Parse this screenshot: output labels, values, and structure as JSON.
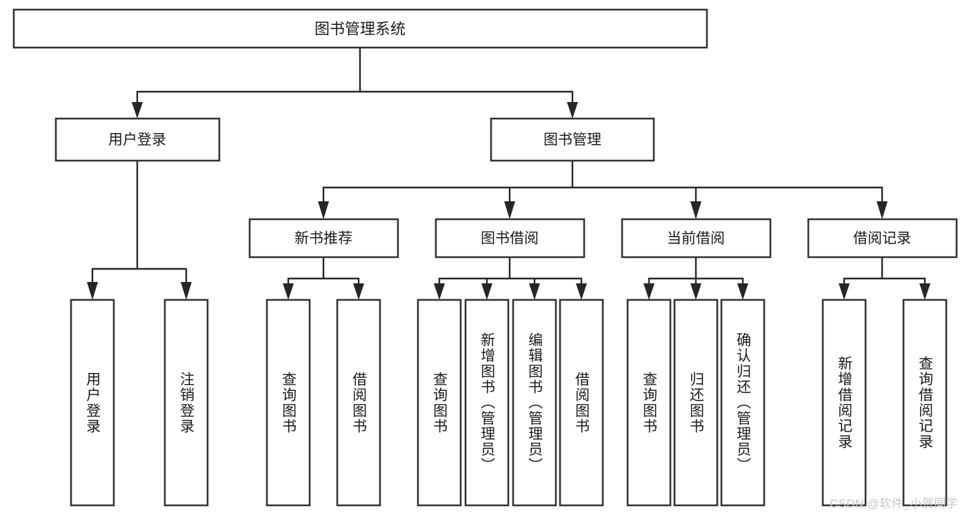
{
  "diagram": {
    "type": "tree",
    "orientation": "top-down",
    "title": "图书管理系统",
    "root": {
      "id": "root",
      "label": "图书管理系统"
    },
    "level2": [
      {
        "id": "user-login",
        "label": "用户登录"
      },
      {
        "id": "book-manage",
        "label": "图书管理"
      }
    ],
    "level3": [
      {
        "id": "new-book-recommend",
        "label": "新书推荐",
        "parent": "book-manage"
      },
      {
        "id": "book-borrow",
        "label": "图书借阅",
        "parent": "book-manage"
      },
      {
        "id": "current-borrow",
        "label": "当前借阅",
        "parent": "book-manage"
      },
      {
        "id": "borrow-record",
        "label": "借阅记录",
        "parent": "book-manage"
      }
    ],
    "leaves": [
      {
        "id": "leaf-user-login",
        "label": "用户登录",
        "parent": "user-login"
      },
      {
        "id": "leaf-user-logout",
        "label": "注销登录",
        "parent": "user-login"
      },
      {
        "id": "leaf-query-book-1",
        "label": "查询图书",
        "parent": "new-book-recommend"
      },
      {
        "id": "leaf-borrow-book-1",
        "label": "借阅图书",
        "parent": "new-book-recommend"
      },
      {
        "id": "leaf-query-book-2",
        "label": "查询图书",
        "parent": "book-borrow"
      },
      {
        "id": "leaf-add-book",
        "label": "新增图书（管理员）",
        "parent": "book-borrow"
      },
      {
        "id": "leaf-edit-book",
        "label": "编辑图书（管理员）",
        "parent": "book-borrow"
      },
      {
        "id": "leaf-borrow-book-2",
        "label": "借阅图书",
        "parent": "book-borrow"
      },
      {
        "id": "leaf-query-book-3",
        "label": "查询图书",
        "parent": "current-borrow"
      },
      {
        "id": "leaf-return-book",
        "label": "归还图书",
        "parent": "current-borrow"
      },
      {
        "id": "leaf-confirm-return",
        "label": "确认归还（管理员）",
        "parent": "current-borrow"
      },
      {
        "id": "leaf-add-record",
        "label": "新增借阅记录",
        "parent": "borrow-record"
      },
      {
        "id": "leaf-query-record",
        "label": "查询借阅记录",
        "parent": "borrow-record"
      }
    ],
    "colors": {
      "box_stroke": "#333333",
      "box_fill": "#ffffff",
      "connector": "#262626",
      "text": "#1a1a1a",
      "watermark": "#c7c7c7",
      "background": "#ffffff"
    }
  },
  "watermark": {
    "text": "CSDN @软件_小贺同学"
  }
}
